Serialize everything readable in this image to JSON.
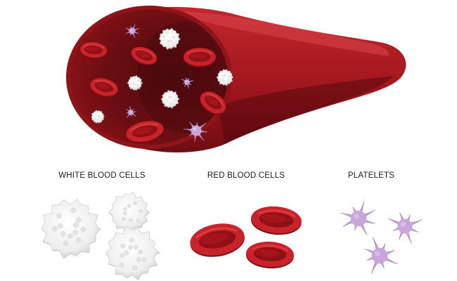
{
  "labels": {
    "white_blood_cells": "WHITE BLOOD CELLS",
    "red_blood_cells": "RED BLOOD CELLS",
    "platelets": "PLATELETS"
  },
  "colors": {
    "vessel_outer": "#b01c22",
    "vessel_dark": "#5a0b10",
    "vessel_lumen": "#7a1016",
    "red_cell": "#c41e24",
    "red_cell_center": "#8f1116",
    "white_cell": "#f2f2f2",
    "platelet": "#c9a8d8"
  }
}
